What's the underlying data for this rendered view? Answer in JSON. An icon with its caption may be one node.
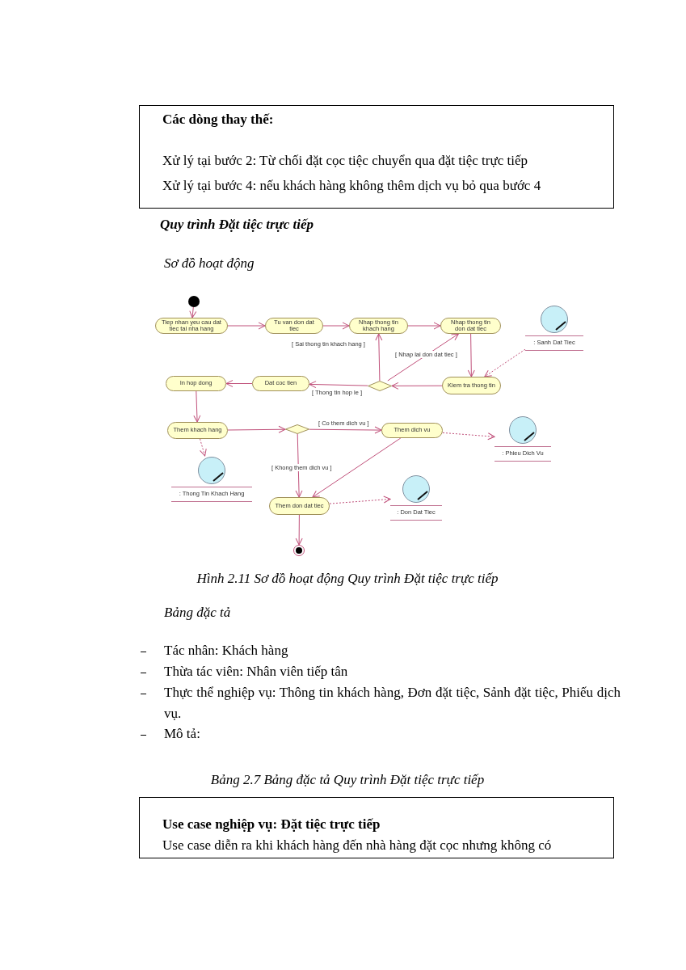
{
  "diagram": {
    "caption": "Hình 2.11 Sơ đồ hoạt động Quy trình Đặt tiệc trực tiếp",
    "nodes": [
      {
        "text": [
          "Các dòng thay thế:",
          "Xử lý tại bước 2: Từ chối đặt cọc tiệc chuyển qua đặt tiệc trực tiếp",
          "Xử lý tại bước 4: nếu khách hàng không thêm dịch vụ bỏ qua bước 4"
        ]
      },
      {
        "text": [],
        "shape": "circle"
      },
      {
        "text": [
          "Tiep nhan yeu cau dat tiec tai nha hang"
        ]
      },
      {
        "text": [
          "Tu van don dat tiec"
        ]
      },
      {
        "text": [
          "Nhap thong tin khach hang"
        ]
      },
      {
        "text": [
          "Nhap thong tin don dat tiec"
        ]
      },
      {
        "text": [
          ": Sanh Dat Tiec"
        ]
      },
      {
        "text": [],
        "shape": "diamond"
      },
      {
        "text": [
          "Kiem tra thong tin"
        ]
      },
      {
        "text": [
          "In hop dong"
        ]
      },
      {
        "text": [
          "Dat coc tien"
        ]
      },
      {
        "text": [
          "Them khach hang"
        ]
      },
      {
        "text": [],
        "shape": "diamond"
      },
      {
        "text": [
          "Them dich vu"
        ]
      },
      {
        "text": [
          ": Phieu Dich Vu"
        ]
      },
      {
        "text": [
          ": Thong Tin Khach Hang"
        ]
      },
      {
        "text": [
          ": Don Dat Tiec"
        ]
      },
      {
        "text": [
          "Them don dat tiec"
        ]
      },
      {
        "text": [],
        "shape": "circle"
      },
      {
        "text": [
          "Use case nghiệp vụ: Đặt tiệc trực tiếp",
          "Use case diễn ra khi khách hàng đến nhà hàng đặt cọc nhưng không có"
        ]
      }
    ],
    "edges": [
      {
        "from": 1,
        "to": 2,
        "arrow": "to"
      },
      {
        "from": 2,
        "to": 3,
        "arrow": "to"
      },
      {
        "from": 3,
        "to": 4,
        "arrow": "to"
      },
      {
        "from": 4,
        "to": 5,
        "arrow": "to"
      },
      {
        "from": 5,
        "to": 8,
        "arrow": "to"
      },
      {
        "from": 6,
        "to": 8,
        "arrow": "to",
        "style": "dashed"
      },
      {
        "from": 8,
        "to": 7,
        "arrow": "to"
      },
      {
        "from": 7,
        "to": 4,
        "arrow": "to",
        "label": "[ Sai thong tin khach hang ]"
      },
      {
        "from": 7,
        "to": 5,
        "arrow": "to",
        "label": "[ Nhap lai don dat tiec ]"
      },
      {
        "from": 7,
        "to": 10,
        "arrow": "to",
        "label": "[ Thong tin hop le ]"
      },
      {
        "from": 10,
        "to": 9,
        "arrow": "to"
      },
      {
        "from": 9,
        "to": 11,
        "arrow": "to"
      },
      {
        "from": 11,
        "to": 15,
        "arrow": "to",
        "style": "dashed"
      },
      {
        "from": 11,
        "to": 12,
        "arrow": "to"
      },
      {
        "from": 12,
        "to": 13,
        "arrow": "to",
        "label": "[ Co them dich vu ]"
      },
      {
        "from": 12,
        "to": 17,
        "arrow": "to",
        "label": "[ Khong them dich vu ]"
      },
      {
        "from": 13,
        "to": 17,
        "arrow": "to"
      },
      {
        "from": 13,
        "to": 14,
        "arrow": "to",
        "style": "dashed"
      },
      {
        "from": 17,
        "to": 16,
        "arrow": "to",
        "style": "dashed"
      },
      {
        "from": 17,
        "to": 18,
        "arrow": "to"
      }
    ],
    "labels": [
      "Quy trình Đặt tiệc trực tiếp",
      "Sơ đồ hoạt động",
      "Bảng đặc tả",
      "Tác nhân: Khách hàng",
      "Thừa tác viên: Nhân viên tiếp tân",
      "Thực thể nghiệp vụ: Thông tin khách hàng, Đơn đặt tiệc, Sảnh đặt tiệc, Phiếu dịch vụ.",
      "Mô tả:",
      "Bảng 2.7 Bảng đặc tả Quy trình Đặt tiệc trực tiếp"
    ]
  }
}
